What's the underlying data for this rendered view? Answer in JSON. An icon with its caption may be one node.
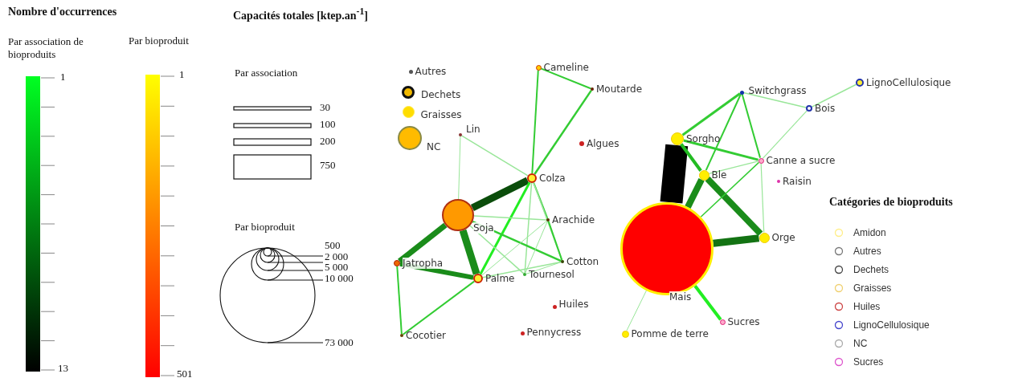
{
  "diagram": {
    "nodes": [
      {
        "text": [],
        "shape": "circle",
        "beside": [
          "Autres"
        ]
      },
      {
        "text": [],
        "shape": "circle",
        "beside": [
          "Dechets"
        ]
      },
      {
        "text": [],
        "shape": "circle",
        "beside": [
          "Graisses"
        ]
      },
      {
        "text": [],
        "shape": "circle",
        "beside": [
          "NC"
        ]
      },
      {
        "text": [],
        "shape": "circle",
        "beside": [
          "Cameline"
        ]
      },
      {
        "text": [],
        "shape": "circle",
        "beside": [
          "Moutarde"
        ]
      },
      {
        "text": [],
        "shape": "circle",
        "beside": [
          "Lin"
        ]
      },
      {
        "text": [],
        "shape": "circle",
        "beside": [
          "Algues"
        ]
      },
      {
        "text": [],
        "shape": "circle",
        "beside": [
          "Colza"
        ]
      },
      {
        "text": [],
        "shape": "circle",
        "beside": [
          "Soja"
        ]
      },
      {
        "text": [],
        "shape": "circle",
        "beside": [
          "Arachide"
        ]
      },
      {
        "text": [],
        "shape": "circle",
        "beside": [
          "Jatropha"
        ]
      },
      {
        "text": [],
        "shape": "circle",
        "beside": [
          "Cotton"
        ]
      },
      {
        "text": [],
        "shape": "circle",
        "beside": [
          "Palme"
        ]
      },
      {
        "text": [],
        "shape": "circle",
        "beside": [
          "Tournesol"
        ]
      },
      {
        "text": [],
        "shape": "circle",
        "beside": [
          "Huiles"
        ]
      },
      {
        "text": [],
        "shape": "circle",
        "beside": [
          "Pennycress"
        ]
      },
      {
        "text": [],
        "shape": "circle",
        "beside": [
          "Cocotier"
        ]
      },
      {
        "text": [],
        "shape": "circle",
        "beside": [
          "Switchgrass"
        ]
      },
      {
        "text": [],
        "shape": "circle",
        "beside": [
          "LignoCellulosique"
        ]
      },
      {
        "text": [],
        "shape": "circle",
        "beside": [
          "Bois"
        ]
      },
      {
        "text": [],
        "shape": "circle",
        "beside": [
          "Sorgho"
        ]
      },
      {
        "text": [],
        "shape": "circle",
        "beside": [
          "Canne a sucre"
        ]
      },
      {
        "text": [],
        "shape": "circle",
        "beside": [
          "Ble"
        ]
      },
      {
        "text": [],
        "shape": "circle",
        "beside": [
          "Raisin"
        ]
      },
      {
        "text": [],
        "shape": "circle",
        "beside": [
          "Mais"
        ]
      },
      {
        "text": [],
        "shape": "circle",
        "beside": [
          "Orge"
        ]
      },
      {
        "text": [],
        "shape": "circle",
        "beside": [
          "Sucres"
        ]
      },
      {
        "text": [],
        "shape": "circle",
        "beside": [
          "Pomme de terre"
        ]
      }
    ],
    "edges": [
      {
        "from": 9,
        "to": 8,
        "arrow": "none",
        "style": "thick",
        "color": "#0b4d0b"
      },
      {
        "from": 9,
        "to": 11,
        "arrow": "none",
        "style": "thick",
        "color": "#1a8c1a"
      },
      {
        "from": 9,
        "to": 13,
        "arrow": "none",
        "style": "thick",
        "color": "#1a8c1a"
      },
      {
        "from": 11,
        "to": 13,
        "arrow": "none",
        "style": "thick",
        "color": "#1a8c1a"
      },
      {
        "from": 11,
        "to": 17,
        "arrow": "none",
        "color": "#33cc33"
      },
      {
        "from": 13,
        "to": 17,
        "arrow": "none",
        "color": "#33cc33"
      },
      {
        "from": 13,
        "to": 8,
        "arrow": "none",
        "color": "#22ee22"
      },
      {
        "from": 6,
        "to": 8,
        "arrow": "none",
        "color": "#99e699"
      },
      {
        "from": 6,
        "to": 9,
        "arrow": "none",
        "color": "#99e699"
      },
      {
        "from": 8,
        "to": 4,
        "arrow": "none",
        "color": "#33cc33"
      },
      {
        "from": 8,
        "to": 5,
        "arrow": "none",
        "color": "#33cc33"
      },
      {
        "from": 4,
        "to": 5,
        "arrow": "none",
        "color": "#33cc33"
      },
      {
        "from": 8,
        "to": 10,
        "arrow": "none",
        "color": "#33cc33"
      },
      {
        "from": 8,
        "to": 14,
        "arrow": "none",
        "color": "#99e699"
      },
      {
        "from": 8,
        "to": 12,
        "arrow": "none",
        "color": "#99e699"
      },
      {
        "from": 9,
        "to": 10,
        "arrow": "none",
        "color": "#99e699"
      },
      {
        "from": 9,
        "to": 12,
        "arrow": "none",
        "color": "#33cc33"
      },
      {
        "from": 9,
        "to": 14,
        "arrow": "none",
        "color": "#99e699"
      },
      {
        "from": 10,
        "to": 12,
        "arrow": "none",
        "color": "#33cc33"
      },
      {
        "from": 10,
        "to": 13,
        "arrow": "none",
        "color": "#99e699"
      },
      {
        "from": 10,
        "to": 14,
        "arrow": "none",
        "color": "#99e699"
      },
      {
        "from": 13,
        "to": 12,
        "arrow": "none",
        "color": "#99e699"
      },
      {
        "from": 14,
        "to": 12,
        "arrow": "none",
        "color": "#99e699"
      },
      {
        "from": 25,
        "to": 21,
        "arrow": "none",
        "style": "thick",
        "color": "#000000"
      },
      {
        "from": 25,
        "to": 23,
        "arrow": "none",
        "style": "thick",
        "color": "#1a8c1a"
      },
      {
        "from": 25,
        "to": 26,
        "arrow": "none",
        "style": "thick",
        "color": "#137313"
      },
      {
        "from": 23,
        "to": 26,
        "arrow": "none",
        "style": "thick",
        "color": "#1a8c1a"
      },
      {
        "from": 21,
        "to": 23,
        "arrow": "none",
        "style": "thick",
        "color": "#22bb22"
      },
      {
        "from": 21,
        "to": 18,
        "arrow": "none",
        "color": "#33cc33"
      },
      {
        "from": 21,
        "to": 22,
        "arrow": "none",
        "color": "#33cc33"
      },
      {
        "from": 18,
        "to": 23,
        "arrow": "none",
        "color": "#33cc33"
      },
      {
        "from": 18,
        "to": 22,
        "arrow": "none",
        "color": "#33cc33"
      },
      {
        "from": 18,
        "to": 20,
        "arrow": "none",
        "color": "#99e699"
      },
      {
        "from": 20,
        "to": 19,
        "arrow": "none",
        "color": "#99e699"
      },
      {
        "from": 20,
        "to": 22,
        "arrow": "none",
        "color": "#99e699"
      },
      {
        "from": 22,
        "to": 23,
        "arrow": "none",
        "color": "#99e699"
      },
      {
        "from": 22,
        "to": 25,
        "arrow": "none",
        "color": "#33cc33"
      },
      {
        "from": 22,
        "to": 26,
        "arrow": "none",
        "color": "#99e699"
      },
      {
        "from": 25,
        "to": 27,
        "arrow": "none",
        "style": "thick",
        "color": "#22ee22"
      },
      {
        "from": 25,
        "to": 28,
        "arrow": "none",
        "color": "#99e699"
      }
    ],
    "labels": [
      "Nombre d'occurrences",
      "Par association de bioproduits",
      "Par bioproduit",
      "1",
      "13",
      "1",
      "501",
      "Capacités totales [ktep.an$^{-1}$]",
      "Par association",
      "30",
      "100",
      "200",
      "750",
      "Par bioproduit",
      "500",
      "2 000",
      "5 000",
      "10 000",
      "73 000",
      "Catégories de bioproduits"
    ],
    "legend": [
      {
        "text": "Amidon",
        "color": "#ffee88"
      },
      {
        "text": "Autres",
        "color": "#777777"
      },
      {
        "text": "Dechets",
        "color": "#444444"
      },
      {
        "text": "Graisses",
        "color": "#f0d070"
      },
      {
        "text": "Huiles",
        "color": "#cc4444"
      },
      {
        "text": "LignoCellulosique",
        "color": "#4444cc"
      },
      {
        "text": "NC",
        "color": "#aaaaaa"
      },
      {
        "text": "Sucres",
        "color": "#dd55cc"
      }
    ]
  }
}
